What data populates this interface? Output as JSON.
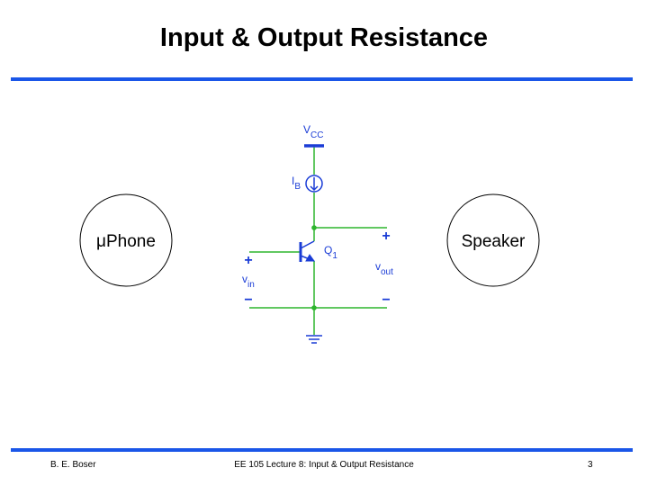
{
  "slide": {
    "title": "Input & Output Resistance"
  },
  "diagram": {
    "source_label": "μPhone",
    "load_label": "Speaker",
    "supply": {
      "main": "V",
      "sub": "CC"
    },
    "bias_current": {
      "main": "I",
      "sub": "B"
    },
    "transistor": {
      "main": "Q",
      "sub": "1"
    },
    "input_port": {
      "plus": "+",
      "main": "v",
      "sub": "in",
      "minus": "−"
    },
    "output_port": {
      "plus": "+",
      "main": "v",
      "sub": "out",
      "minus": "−"
    },
    "colors": {
      "wire": "#2db52d",
      "component": "#1a3cd6",
      "rule": "#1a56e8"
    }
  },
  "footer": {
    "author": "B. E. Boser",
    "course": "EE 105 Lecture 8: Input & Output Resistance",
    "page": "3"
  }
}
